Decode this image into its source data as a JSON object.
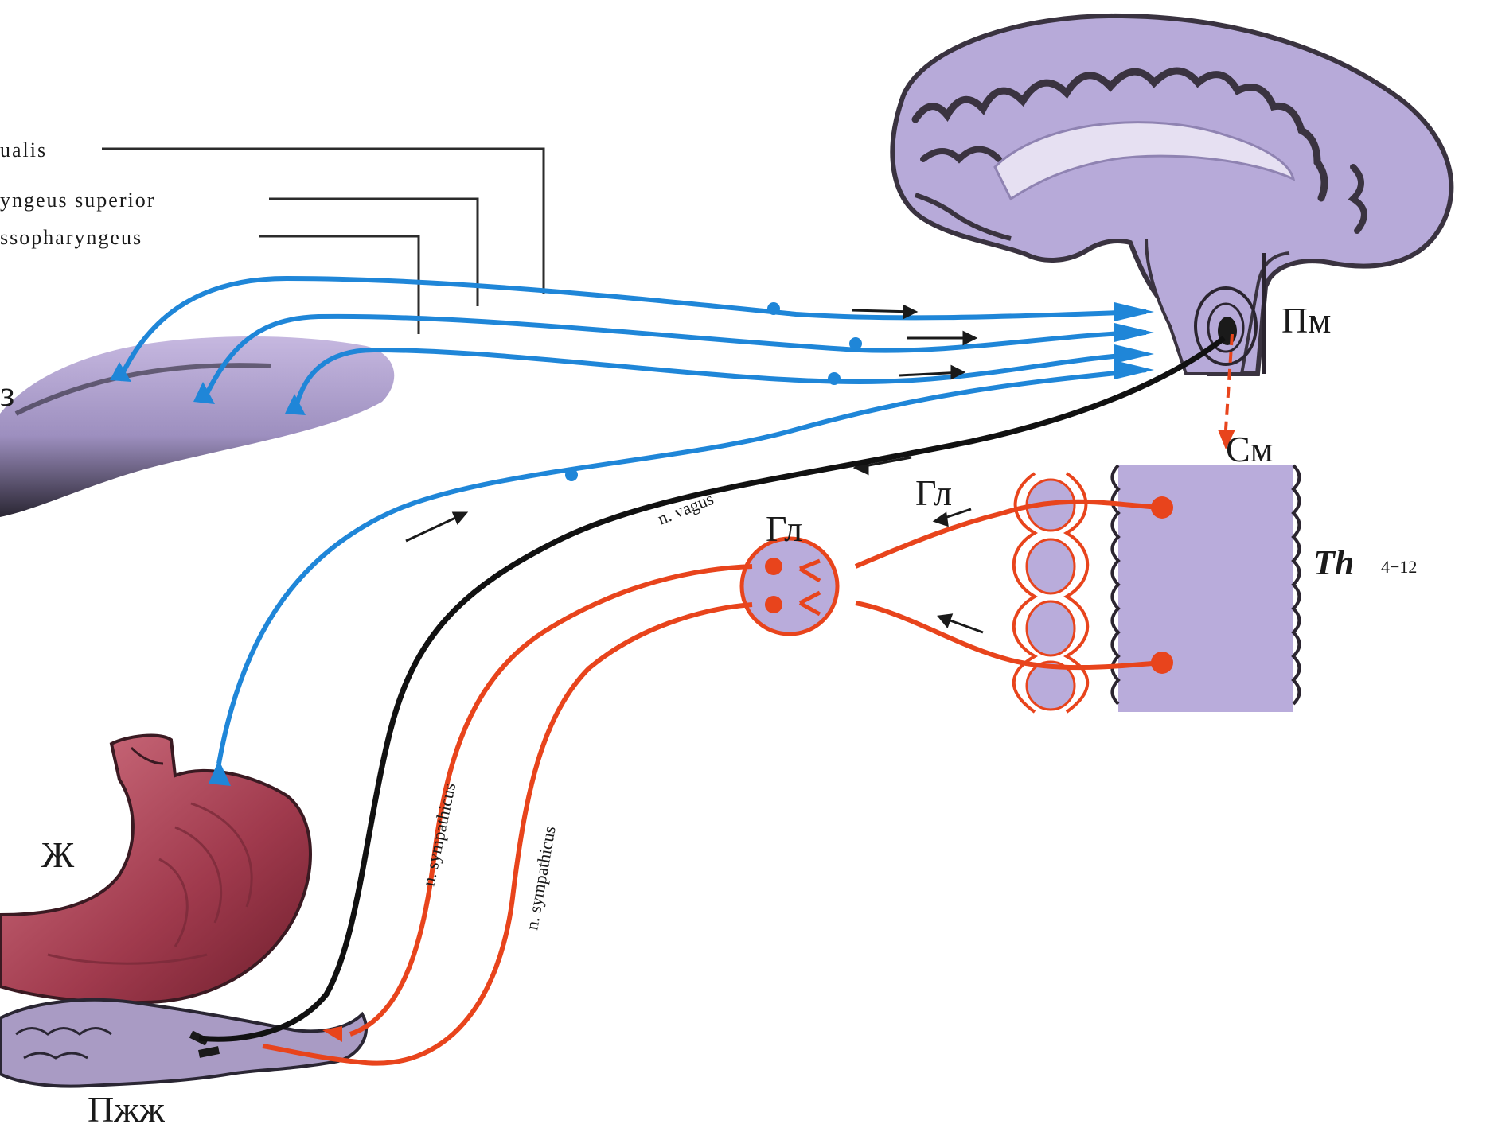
{
  "labels": {
    "nerve_lingualis": "ualis",
    "nerve_laryngeus": "yngeus superior",
    "nerve_glosso": "ssopharyngeus",
    "tongue": "з",
    "medulla": "Пм",
    "spinal_cord": "См",
    "ganglion_chain": "Гл",
    "ganglion_celiac": "Гл",
    "segment_letters": "Th",
    "segment_range": "4−12",
    "vagus": "n. vagus",
    "sympathicus_1": "n. sympathicus",
    "sympathicus_2": "n. sympathicus",
    "stomach": "Ж",
    "pancreas": "Пжж"
  },
  "colors": {
    "afferent": "#1f86d8",
    "efferent_symp": "#e8441c",
    "vagus": "#111111",
    "nervous_tissue": "#b4a6d6",
    "stomach": "#b8485a"
  }
}
